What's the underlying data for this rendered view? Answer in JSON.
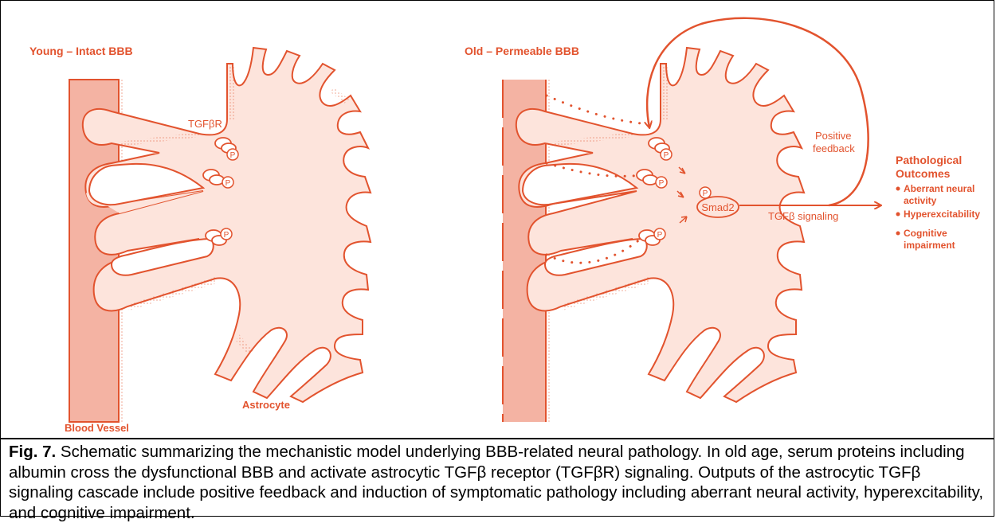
{
  "panels": {
    "young_title": "Young – Intact BBB",
    "old_title": "Old – Permeable BBB"
  },
  "labels": {
    "blood_vessel": "Blood Vessel",
    "astrocyte": "Astrocyte",
    "tgfbr": "TGFβR",
    "phospho": "P",
    "smad2": "Smad2",
    "tgfb_signaling": "TGFβ signaling",
    "positive_feedback_line1": "Positive",
    "positive_feedback_line2": "feedback"
  },
  "outcomes": {
    "title_line1": "Pathological",
    "title_line2": "Outcomes",
    "items": [
      [
        "Aberrant neural",
        "activity"
      ],
      [
        "Hyperexcitability"
      ],
      [
        "Cognitive",
        "impairment"
      ]
    ]
  },
  "caption": {
    "label": "Fig. 7.",
    "text": " Schematic summarizing the mechanistic model underlying BBB-related neural pathology. In old age, serum proteins including albumin cross the dysfunctional BBB and activate astrocytic TGFβ receptor (TGFβR) signaling. Outputs of the astrocytic TGFβ signaling cascade include positive feedback and induction of symptomatic pathology including aberrant neural activity, hyperexcitability, and cognitive impairment."
  },
  "colors": {
    "stroke": "#e2532e",
    "vessel_fill": "#f4b3a3",
    "astro_fill": "#fde4dc"
  }
}
